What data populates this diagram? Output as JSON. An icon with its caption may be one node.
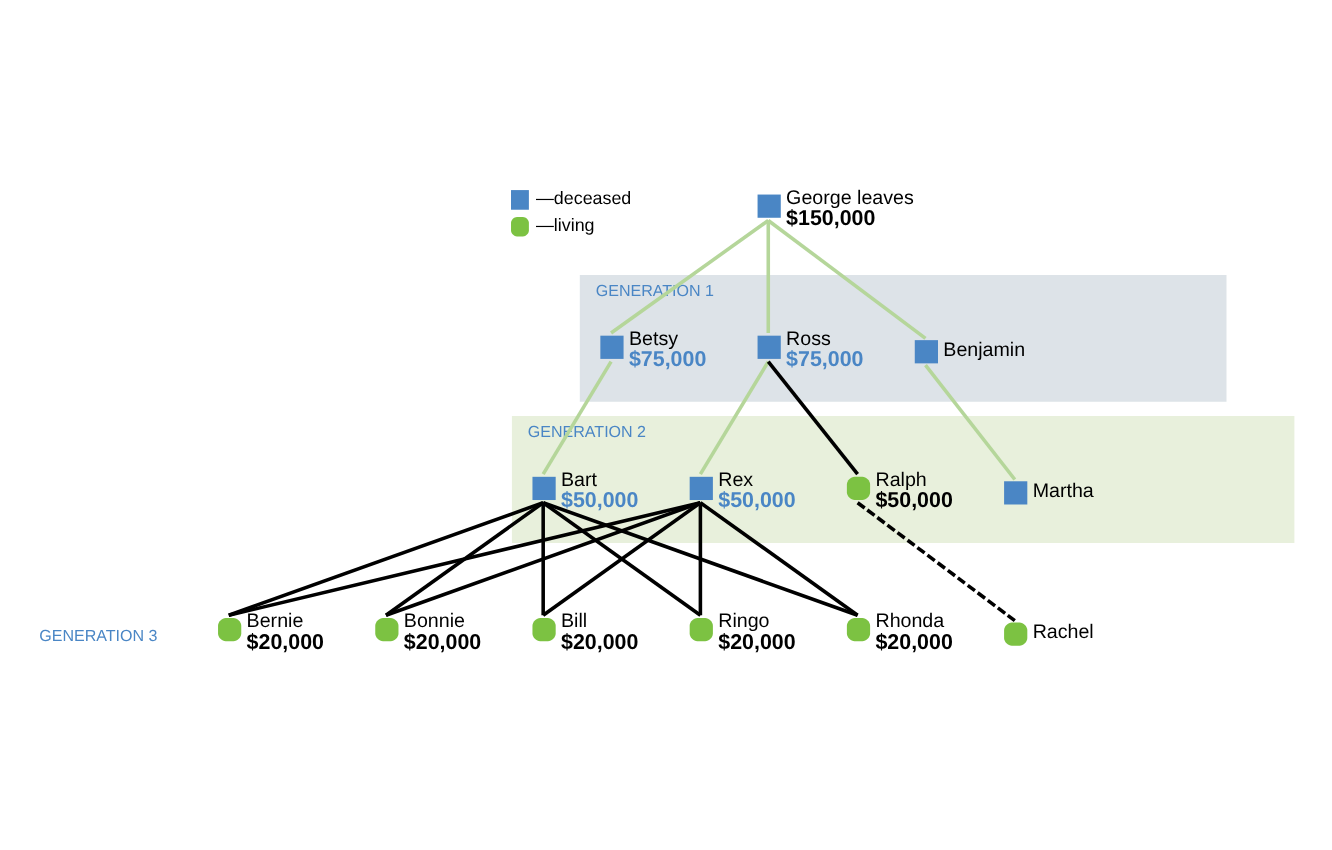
{
  "diagram": {
    "nodes": [
      {
        "text": [],
        "shape": "box",
        "beside": [
          "George leaves",
          "$150,000"
        ]
      },
      {
        "text": [
          "GENERATION 1"
        ]
      },
      {
        "text": [],
        "shape": "box",
        "beside": [
          "Benjamin"
        ],
        "in": 1
      },
      {
        "text": [],
        "shape": "box",
        "beside": [
          "Betsy",
          "$75,000"
        ],
        "in": 1
      },
      {
        "text": [],
        "shape": "box",
        "beside": [
          "Ross",
          "$75,000"
        ],
        "in": 1
      },
      {
        "text": [
          "GENERATION 2"
        ]
      },
      {
        "text": [],
        "shape": "box",
        "beside": [
          "Martha"
        ],
        "in": 5
      },
      {
        "text": [],
        "shape": "box",
        "beside": [
          "Bart",
          "$50,000"
        ],
        "in": 5
      },
      {
        "text": [],
        "shape": "box",
        "beside": [
          "Rex",
          "$50,000"
        ],
        "in": 5
      },
      {
        "text": [],
        "shape": "circle",
        "beside": [
          "Ralph",
          "$50,000"
        ],
        "in": 5
      },
      {
        "text": [],
        "shape": "circle",
        "beside": [
          "Bonnie",
          "$20,000"
        ]
      },
      {
        "text": [],
        "shape": "circle",
        "beside": [
          "Bernie",
          "$20,000"
        ]
      },
      {
        "text": [],
        "shape": "circle",
        "beside": [
          "Bill",
          "$20,000"
        ]
      },
      {
        "text": [],
        "shape": "circle",
        "beside": [
          "Ringo",
          "$20,000"
        ]
      },
      {
        "text": [],
        "shape": "circle",
        "beside": [
          "Rhonda",
          "$20,000"
        ]
      },
      {
        "text": [],
        "shape": "circle",
        "beside": [
          "Rachel"
        ]
      }
    ],
    "edges": [
      {
        "from": 0,
        "to": 2,
        "arrow": "none",
        "color": "#b5d69a"
      },
      {
        "from": 0,
        "to": 3,
        "arrow": "none",
        "color": "#b5d69a"
      },
      {
        "from": 0,
        "to": 4,
        "arrow": "none",
        "color": "#b5d69a"
      },
      {
        "from": 2,
        "to": 6,
        "arrow": "none",
        "color": "#b5d69a"
      },
      {
        "from": 3,
        "to": 7,
        "arrow": "none",
        "color": "#b5d69a"
      },
      {
        "from": 4,
        "to": 8,
        "arrow": "none",
        "color": "#b5d69a"
      },
      {
        "from": 4,
        "to": 9,
        "arrow": "none"
      },
      {
        "from": 7,
        "to": 10,
        "arrow": "none"
      },
      {
        "from": 7,
        "to": 11,
        "arrow": "none"
      },
      {
        "from": 7,
        "to": 12,
        "arrow": "none"
      },
      {
        "from": 7,
        "to": 13,
        "arrow": "none"
      },
      {
        "from": 7,
        "to": 14,
        "arrow": "none"
      },
      {
        "from": 8,
        "to": 10,
        "arrow": "none"
      },
      {
        "from": 8,
        "to": 11,
        "arrow": "none"
      },
      {
        "from": 8,
        "to": 12,
        "arrow": "none"
      },
      {
        "from": 8,
        "to": 13,
        "arrow": "none"
      },
      {
        "from": 8,
        "to": 14,
        "arrow": "none"
      },
      {
        "from": 9,
        "to": 15,
        "arrow": "none",
        "style": "dashed"
      }
    ],
    "labels": [
      "GENERATION 3"
    ],
    "legend": [
      {
        "text": "—deceased"
      },
      {
        "text": "—living"
      }
    ]
  }
}
